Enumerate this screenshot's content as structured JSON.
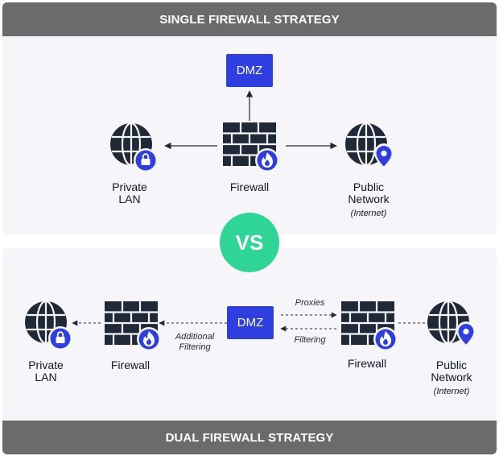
{
  "top": {
    "title": "SINGLE FIREWALL STRATEGY",
    "dmz": "DMZ",
    "private_lan": [
      "Private",
      "LAN"
    ],
    "firewall": "Firewall",
    "public_network": [
      "Public",
      "Network"
    ],
    "internet": "(Internet)"
  },
  "vs": "VS",
  "bottom": {
    "title": "DUAL FIREWALL STRATEGY",
    "dmz": "DMZ",
    "private_lan": [
      "Private",
      "LAN"
    ],
    "firewall_left": "Firewall",
    "firewall_right": "Firewall",
    "public_network": [
      "Public",
      "Network"
    ],
    "internet": "(Internet)",
    "additional_filtering": [
      "Additional",
      "Filtering"
    ],
    "proxies": "Proxies",
    "filtering": "Filtering"
  },
  "colors": {
    "accent_blue": "#2f3ee0",
    "vs_green": "#2ed596",
    "header_gray": "#6b6b6b",
    "icon_dark": "#1f2937"
  },
  "icons": [
    "globe-lock-icon",
    "firewall-flame-icon",
    "globe-pin-icon"
  ]
}
